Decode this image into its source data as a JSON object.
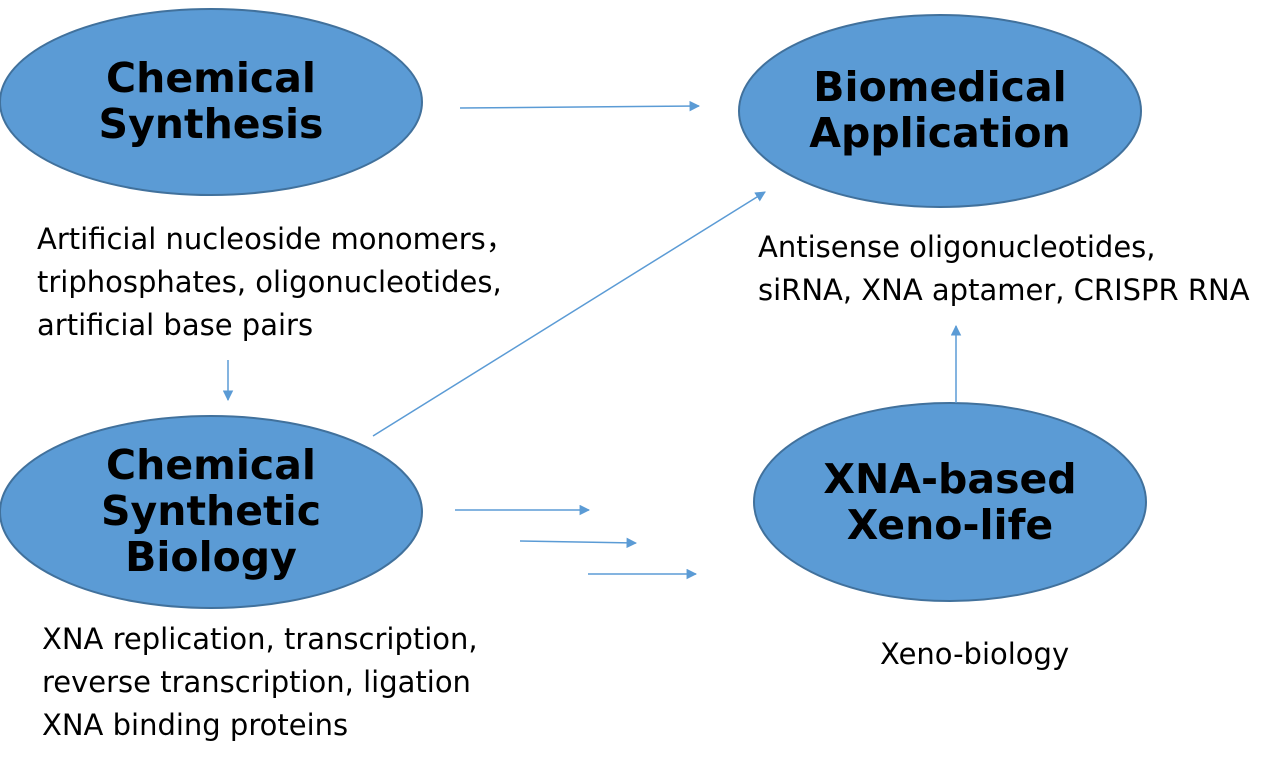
{
  "nodes": {
    "chemical_synthesis": {
      "lines": [
        "Chemical",
        "Synthesis"
      ]
    },
    "biomedical_application": {
      "lines": [
        "Biomedical",
        "Application"
      ]
    },
    "chemical_synthetic_biology": {
      "lines": [
        "Chemical",
        "Synthetic",
        "Biology"
      ]
    },
    "xna_xeno_life": {
      "lines": [
        "XNA-based",
        "Xeno-life"
      ]
    }
  },
  "descriptions": {
    "chemical_synthesis": [
      "Artificial nucleoside monomers，",
      "triphosphates, oligonucleotides,",
      "artificial base pairs"
    ],
    "biomedical_application": [
      "Antisense oligonucleotides,",
      "siRNA, XNA aptamer, CRISPR RNA"
    ],
    "chemical_synthetic_biology": [
      "XNA replication, transcription,",
      "reverse transcription, ligation",
      "XNA binding proteins"
    ],
    "xeno_life": [
      "Xeno-biology"
    ]
  },
  "colors": {
    "node_fill": "#5b9bd5",
    "node_stroke": "#41719c",
    "arrow": "#5b9bd5",
    "text": "#000000"
  }
}
